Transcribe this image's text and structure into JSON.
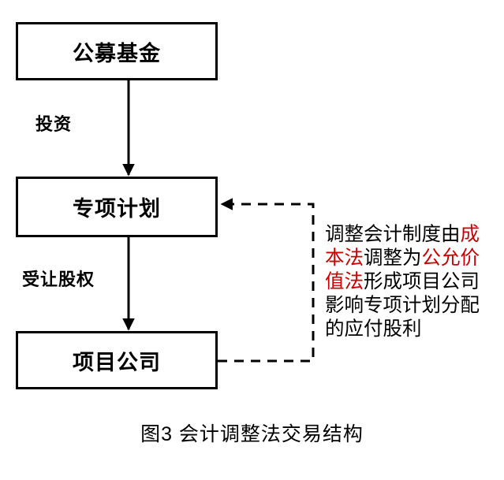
{
  "figure": {
    "caption": "图3 会计调整法交易结构",
    "colors": {
      "stroke": "#000000",
      "background": "#ffffff",
      "highlight": "#cc0000"
    }
  },
  "nodes": [
    {
      "id": "fund",
      "label": "公募基金"
    },
    {
      "id": "plan",
      "label": "专项计划"
    },
    {
      "id": "project",
      "label": "项目公司"
    }
  ],
  "edges": [
    {
      "id": "fund-to-plan",
      "label": "投资",
      "style": "solid",
      "direction": "down"
    },
    {
      "id": "plan-to-project",
      "label": "受让股权",
      "style": "solid",
      "direction": "down"
    },
    {
      "id": "project-to-plan",
      "label": "",
      "style": "dashed",
      "direction": "feedback"
    }
  ],
  "annotation": {
    "segments": [
      {
        "text": "调整会计制度由",
        "highlight": false
      },
      {
        "text": "成本法",
        "highlight": true
      },
      {
        "text": "调整为",
        "highlight": false
      },
      {
        "text": "公允价值法",
        "highlight": true
      },
      {
        "text": "形成项目公司影响专项计划分配的应付股利",
        "highlight": false
      }
    ],
    "plain_text": "调整会计制度由成本法调整为公允价值法形成项目公司影响专项计划分配的应付股利"
  }
}
